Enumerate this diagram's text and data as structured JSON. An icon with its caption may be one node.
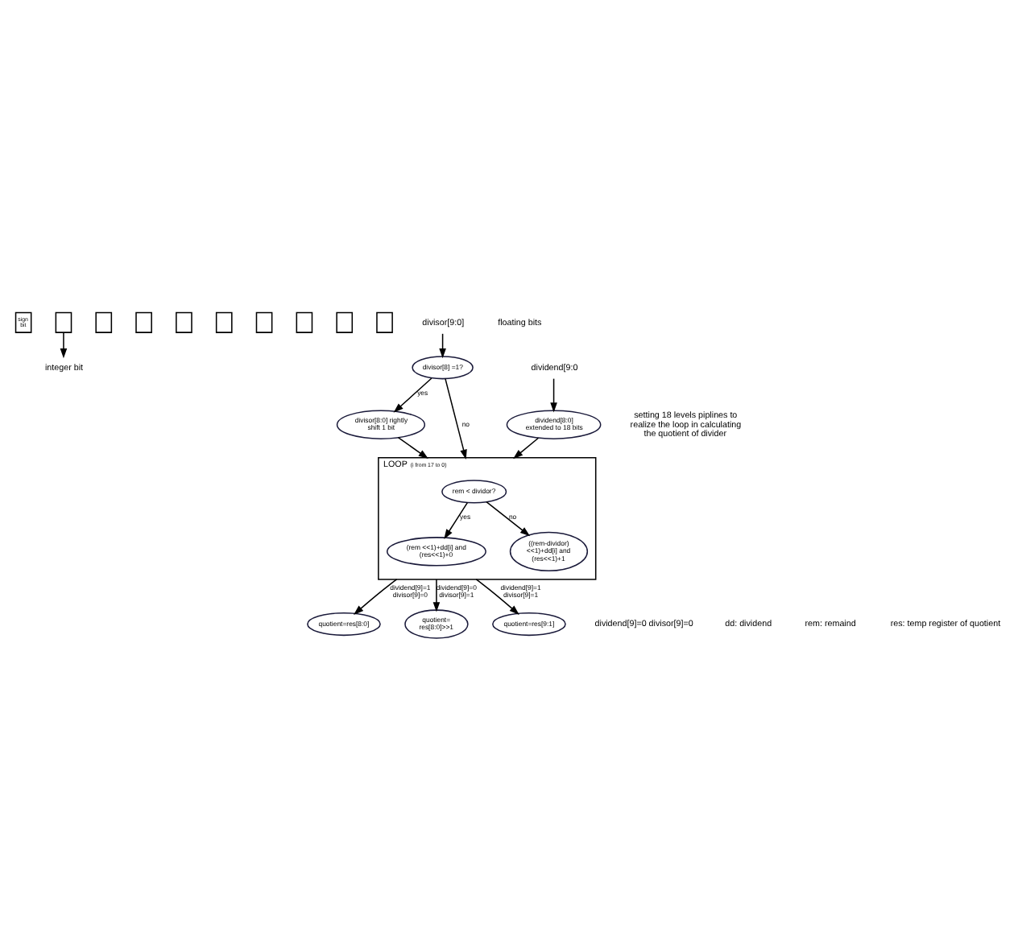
{
  "diagram": {
    "nodes": [
      {
        "text": [
          "sign bit"
        ]
      },
      {
        "text": [],
        "shape": "box"
      },
      {
        "text": [],
        "shape": "box"
      },
      {
        "text": [],
        "shape": "box"
      },
      {
        "text": [],
        "shape": "box"
      },
      {
        "text": [],
        "shape": "box"
      },
      {
        "text": [],
        "shape": "box"
      },
      {
        "text": [],
        "shape": "box"
      },
      {
        "text": [],
        "shape": "box"
      },
      {
        "text": [],
        "shape": "box"
      },
      {
        "text": [
          "integer bit"
        ]
      },
      {
        "text": [
          "divisor[9:0]"
        ]
      },
      {
        "text": [
          "dividend[9:0"
        ]
      },
      {
        "text": [
          "divisor[8] =1?"
        ]
      },
      {
        "text": [
          "dividend[8:0] extended to 18 bits"
        ]
      },
      {
        "text": [
          "divisor[8:0] rightly shift 1 bit"
        ]
      },
      {
        "text": [
          "LOOP",
          "(i from 17 to 0)"
        ]
      },
      {
        "text": [
          "rem < dividor?"
        ],
        "in": 16
      },
      {
        "text": [
          "(rem <<1)+dd[i] and (res<<1)+0"
        ],
        "in": 16
      },
      {
        "text": [
          "((rem-dividor) <<1)+dd[i] and (res<<1)+1"
        ],
        "in": 16
      },
      {
        "text": [
          "quotient=res[8:0]"
        ]
      },
      {
        "text": [
          "quotient= res[8:0]>>1"
        ]
      },
      {
        "text": [
          "quotient=res[9:1]"
        ]
      }
    ],
    "edges": [
      {
        "from": 1,
        "to": 10,
        "arrow": "to"
      },
      {
        "from": 11,
        "to": 13,
        "arrow": "to"
      },
      {
        "from": 12,
        "to": 14,
        "arrow": "to"
      },
      {
        "from": 13,
        "to": 16,
        "arrow": "to",
        "label": "no"
      },
      {
        "from": 13,
        "to": 15,
        "arrow": "to",
        "label": "yes"
      },
      {
        "from": 15,
        "to": 16,
        "arrow": "to"
      },
      {
        "from": 14,
        "to": 16,
        "arrow": "to"
      },
      {
        "from": 17,
        "to": 18,
        "arrow": "to",
        "label": "yes"
      },
      {
        "from": 17,
        "to": 19,
        "arrow": "to",
        "label": "no"
      },
      {
        "from": 16,
        "to": 20,
        "arrow": "to",
        "label": "dividend[9]=1 divisor[9]=0"
      },
      {
        "from": 16,
        "to": 21,
        "arrow": "to",
        "label": "dividend[9]=0 divisor[9]=1"
      },
      {
        "from": 16,
        "to": 22,
        "arrow": "to",
        "label": "dividend[9]=1 divisor[9]=1"
      }
    ],
    "labels": [
      "floating bits",
      "setting 18 levels piplines to realize the loop in calculating the quotient of divider",
      "dividend[9]=0 divisor[9]=0",
      "dd: dividend",
      "rem: remaind",
      "res: temp register of quotient"
    ]
  }
}
